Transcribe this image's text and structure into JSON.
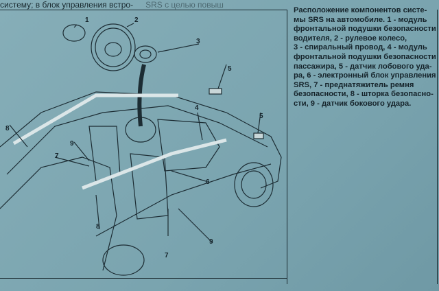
{
  "top_text": "систему; в блок управления встро-",
  "top_text_cut": "SRS с целью повыш",
  "caption_lines": [
    "Расположение компонентов систе-",
    "мы SRS на автомобиле. 1 - модуль",
    "фронтальной подушки безопасности",
    "водителя, 2 - рулевое колесо,",
    "3 - спиральный провод, 4 - модуль",
    "фронтальной подушки безопасности",
    "пассажира, 5 - датчик лобового уда-",
    "ра, 6 - электронный блок управления",
    "SRS, 7 - преднатяжитель ремня",
    "безопасности, 8 - шторка безопасно-",
    "сти, 9 - датчик бокового удара."
  ],
  "callouts": [
    "1",
    "2",
    "3",
    "4",
    "5",
    "5",
    "6",
    "7",
    "7",
    "8",
    "8",
    "9",
    "9"
  ]
}
